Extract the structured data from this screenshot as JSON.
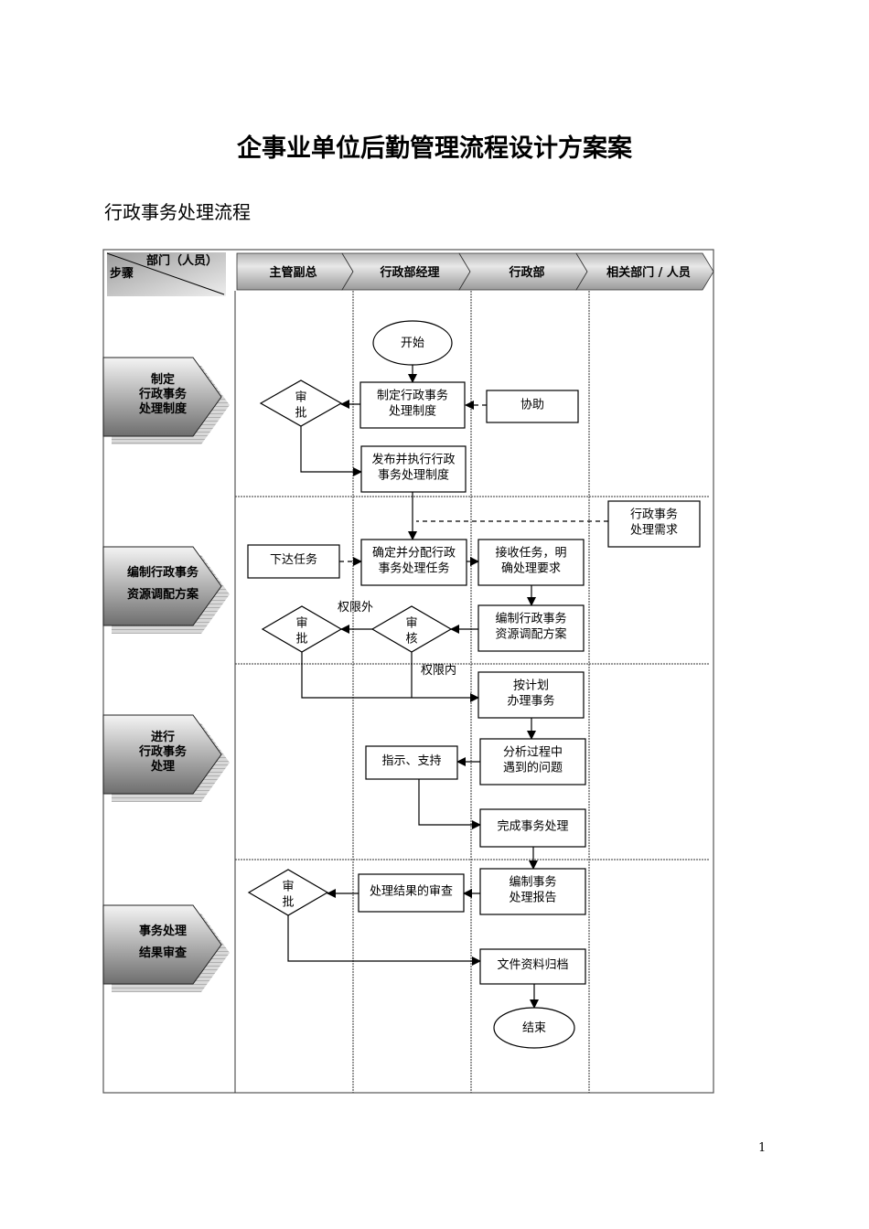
{
  "document": {
    "title": "企事业单位后勤管理流程设计方案案",
    "section_title": "行政事务处理流程",
    "page_number": "1"
  },
  "header": {
    "corner_top": "部门（人员）",
    "corner_bottom": "步骤",
    "lanes": [
      "主管副总",
      "行政部经理",
      "行政部",
      "相关部门 / 人员"
    ]
  },
  "steps": [
    {
      "lines": [
        "制定",
        "行政事务",
        "处理制度"
      ]
    },
    {
      "lines": [
        "编制行政事务",
        "资源调配方案"
      ]
    },
    {
      "lines": [
        "进行",
        "行政事务",
        "处理"
      ]
    },
    {
      "lines": [
        "事务处理",
        "结果审查"
      ]
    }
  ],
  "nodes": {
    "start": {
      "lines": [
        "开始"
      ]
    },
    "draft_policy": {
      "lines": [
        "制定行政事务",
        "处理制度"
      ]
    },
    "assist": {
      "lines": [
        "协助"
      ]
    },
    "approve1": {
      "lines": [
        "审",
        "批"
      ]
    },
    "publish_policy": {
      "lines": [
        "发布并执行行政",
        "事务处理制度"
      ]
    },
    "demand": {
      "lines": [
        "行政事务",
        "处理需求"
      ]
    },
    "assign_task": {
      "lines": [
        "下达任务"
      ]
    },
    "allocate_task": {
      "lines": [
        "确定并分配行政",
        "事务处理任务"
      ]
    },
    "receive_task": {
      "lines": [
        "接收任务，明",
        "确处理要求"
      ]
    },
    "resource_plan": {
      "lines": [
        "编制行政事务",
        "资源调配方案"
      ]
    },
    "review": {
      "lines": [
        "审",
        "核"
      ]
    },
    "approve2": {
      "lines": [
        "审",
        "批"
      ]
    },
    "label_out": {
      "lines": [
        "权限外"
      ]
    },
    "label_in": {
      "lines": [
        "权限内"
      ]
    },
    "execute": {
      "lines": [
        "按计划",
        "办理事务"
      ]
    },
    "analyze": {
      "lines": [
        "分析过程中",
        "遇到的问题"
      ]
    },
    "guide": {
      "lines": [
        "指示、支持"
      ]
    },
    "complete": {
      "lines": [
        "完成事务处理"
      ]
    },
    "report": {
      "lines": [
        "编制事务",
        "处理报告"
      ]
    },
    "result_review": {
      "lines": [
        "处理结果的审查"
      ]
    },
    "approve3": {
      "lines": [
        "审",
        "批"
      ]
    },
    "archive": {
      "lines": [
        "文件资料归档"
      ]
    },
    "end": {
      "lines": [
        "结束"
      ]
    }
  },
  "colors": {
    "line": "#000000",
    "header_light": "#e6e6e6",
    "header_dark": "#8c8c8c",
    "step_light": "#f0f0f0",
    "step_dark": "#7a7a7a",
    "shadow": "#c8c8c8"
  }
}
